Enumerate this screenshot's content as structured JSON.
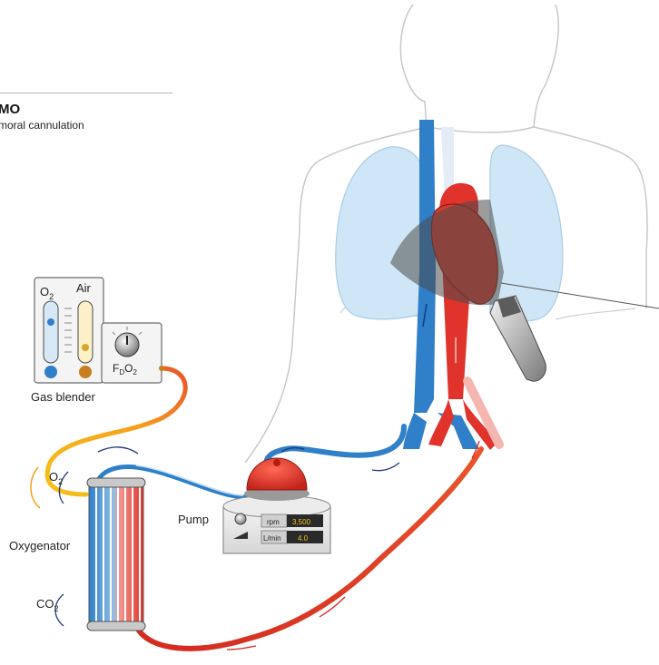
{
  "title": "MO",
  "subtitle": "moral cannulation",
  "labels": {
    "o2_gauge": "O",
    "o2_sub": "2",
    "air_gauge": "Air",
    "fdo2_f": "F",
    "fdo2_d": "D",
    "fdo2_o": "O",
    "fdo2_sub": "2",
    "gas_blender": "Gas blender",
    "o2_inlet": "O",
    "o2_inlet_sub": "2",
    "pump": "Pump",
    "oxygenator": "Oxygenator",
    "co2": "CO",
    "co2_sub": "2"
  },
  "pump_display": {
    "rpm_unit": "rpm",
    "rpm_value": "3,500",
    "flow_unit": "L/min",
    "flow_value": "4.0"
  },
  "colors": {
    "venous": "#2f7fc9",
    "arterial": "#e0332b",
    "oxygen_line": "#f5c21b",
    "lung": "#cfe6f6",
    "heart": "#d83a2e"
  }
}
